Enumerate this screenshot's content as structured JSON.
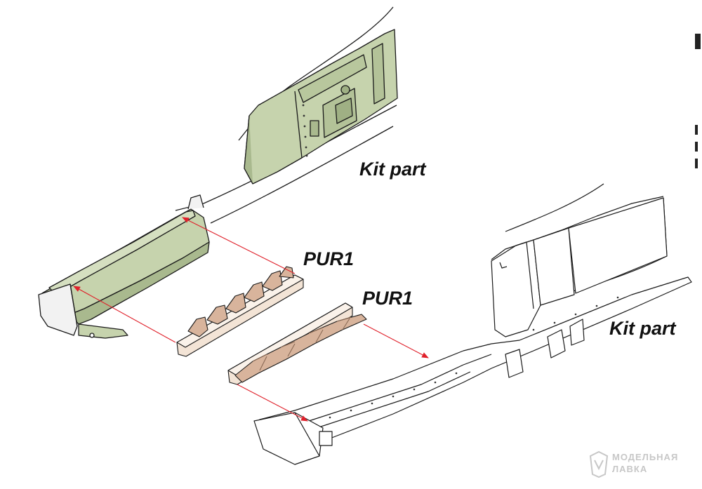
{
  "labels": {
    "kit_part_upper": "Kit part",
    "kit_part_lower": "Kit part",
    "pur1_upper": "PUR1",
    "pur1_lower": "PUR1"
  },
  "watermark": {
    "line1": "МОДЕЛЬНАЯ",
    "line2": "ЛАВКА"
  },
  "colors": {
    "kit_green": "#c6d3ad",
    "kit_green_dark": "#a9b98e",
    "resin_tan": "#d8b49c",
    "resin_light": "#f3e4d6",
    "arrow_red": "#e0212b",
    "outline": "#1a1a1a"
  }
}
